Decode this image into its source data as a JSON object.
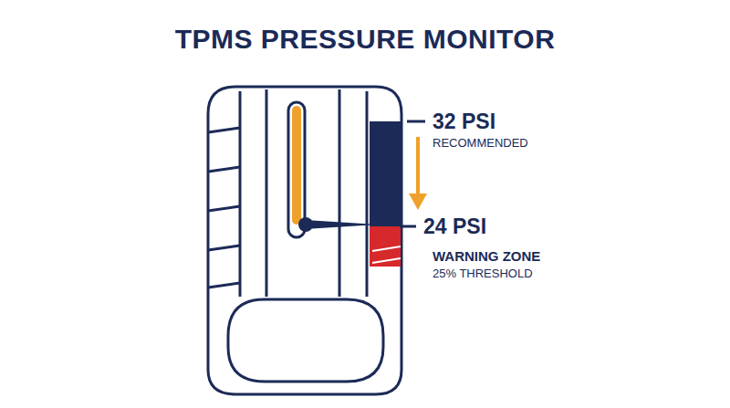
{
  "diagram": {
    "title": "TPMS PRESSURE MONITOR",
    "labels": [
      "32 PSI",
      "RECOMMENDED",
      "24 PSI",
      "WARNING ZONE",
      "25% THRESHOLD"
    ]
  }
}
